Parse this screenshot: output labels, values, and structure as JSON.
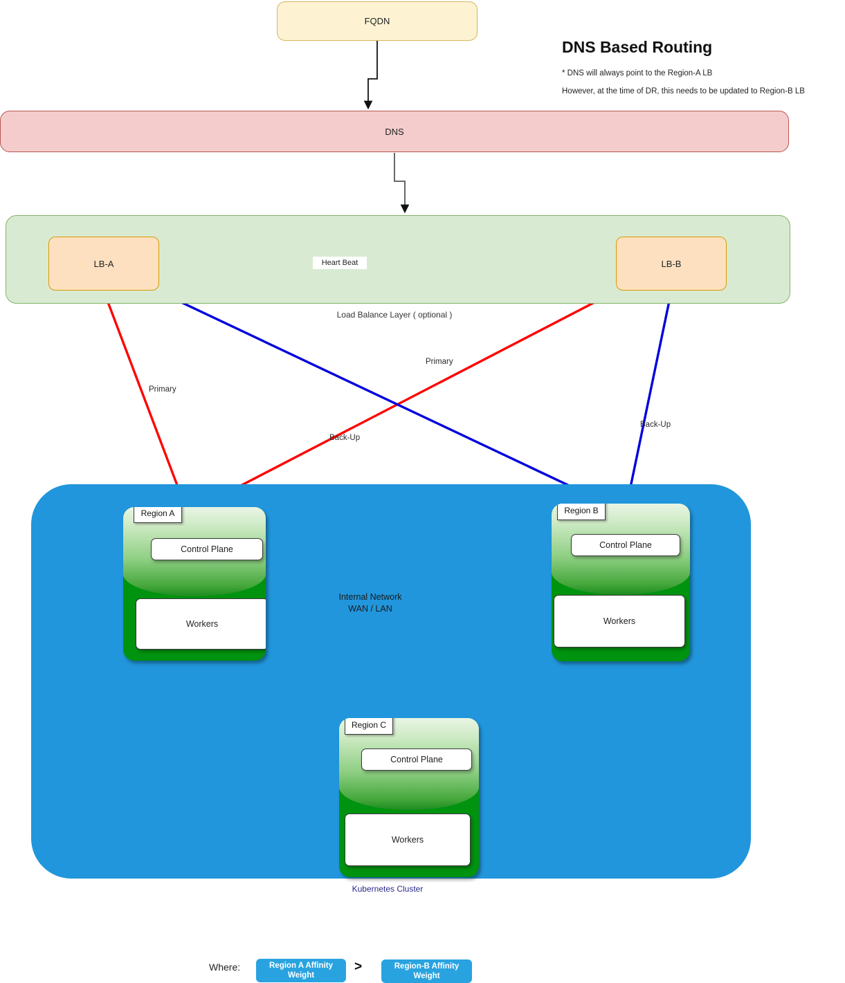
{
  "header": {
    "title": "DNS Based Routing",
    "note_1": "* DNS will always point to the Region-A  LB",
    "note_2": "However, at the time of DR, this needs to be updated to Region-B LB"
  },
  "nodes": {
    "fqdn": "FQDN",
    "dns": "DNS",
    "lb_a": "LB-A",
    "lb_b": "LB-B",
    "heartbeat": "Heart  Beat",
    "lb_layer_label": "Load Balance Layer ( optional )",
    "k8s_label": "Kubernetes Cluster",
    "internal_network_line_1": "Internal Network",
    "internal_network_line_2": "WAN / LAN"
  },
  "regions": [
    {
      "tag": "Region A",
      "control_plane": "Control Plane",
      "workers": "Workers"
    },
    {
      "tag": "Region B",
      "control_plane": "Control Plane",
      "workers": "Workers"
    },
    {
      "tag": "Region C",
      "control_plane": "Control Plane",
      "workers": "Workers"
    }
  ],
  "edges": {
    "primary_a": "Primary",
    "backup_a": "Back-Up",
    "primary_b": "Primary",
    "backup_b": "Back-Up"
  },
  "legend": {
    "where": "Where:",
    "left_badge": "Region A Affinity Weight",
    "operator": ">",
    "right_badge": "Region-B  Affinity Weight"
  },
  "colors": {
    "fqdn_fill": "#fdf3d3",
    "fqdn_stroke": "#d6b656",
    "dns_fill": "#f4cccc",
    "dns_stroke": "#b85450",
    "lb_layer_fill": "#d9ead3",
    "lb_layer_stroke": "#82b366",
    "lb_fill": "#fde0c0",
    "lb_stroke": "#d79b00",
    "cluster_fill": "#2196dc",
    "region_green": "#00930f",
    "network_ring": "#22dd22",
    "primary_line": "#ff0000",
    "backup_line": "#0000dd",
    "badge_blue": "#29a3e0",
    "k8s_label_text": "#2a2a8c"
  }
}
